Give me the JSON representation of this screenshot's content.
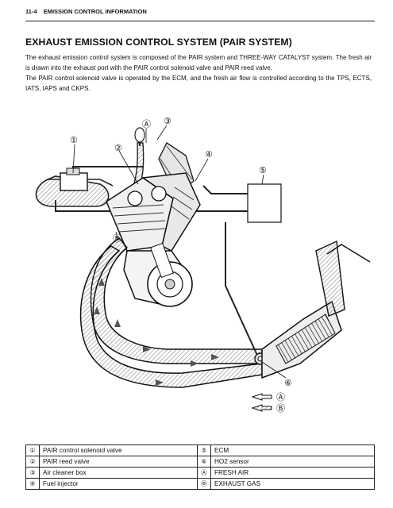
{
  "header": {
    "page_number": "11-4",
    "section_title": "EMISSION CONTROL INFORMATION"
  },
  "title": "EXHAUST EMISSION CONTROL SYSTEM (PAIR SYSTEM)",
  "intro": {
    "paragraph1": "The exhaust emission control system is composed of the PAIR system and THREE-WAY CATALYST system. The fresh air is drawn into the exhaust port with the PAIR control solenoid valve and PAIR reed valve.",
    "paragraph2": "The PAIR control solenoid valve is operated by the ECM, and the fresh air flow is controlled according to the TPS, ECTS, IATS, IAPS and CKPS."
  },
  "diagram": {
    "callouts": {
      "c1": "①",
      "c2": "②",
      "c3": "③",
      "c4": "④",
      "c5": "⑤",
      "c6": "⑥",
      "cA": "Ⓐ",
      "cB": "Ⓑ"
    }
  },
  "legend": [
    {
      "n1": "①",
      "t1": "PAIR control solenoid valve",
      "n2": "⑤",
      "t2": "ECM"
    },
    {
      "n1": "②",
      "t1": "PAIR reed valve",
      "n2": "⑥",
      "t2": "HO2 sensor"
    },
    {
      "n1": "③",
      "t1": "Air cleaner box",
      "n2": "Ⓐ",
      "t2": "FRESH AIR"
    },
    {
      "n1": "④",
      "t1": "Fuel injector",
      "n2": "Ⓑ",
      "t2": "EXHAUST GAS"
    }
  ]
}
